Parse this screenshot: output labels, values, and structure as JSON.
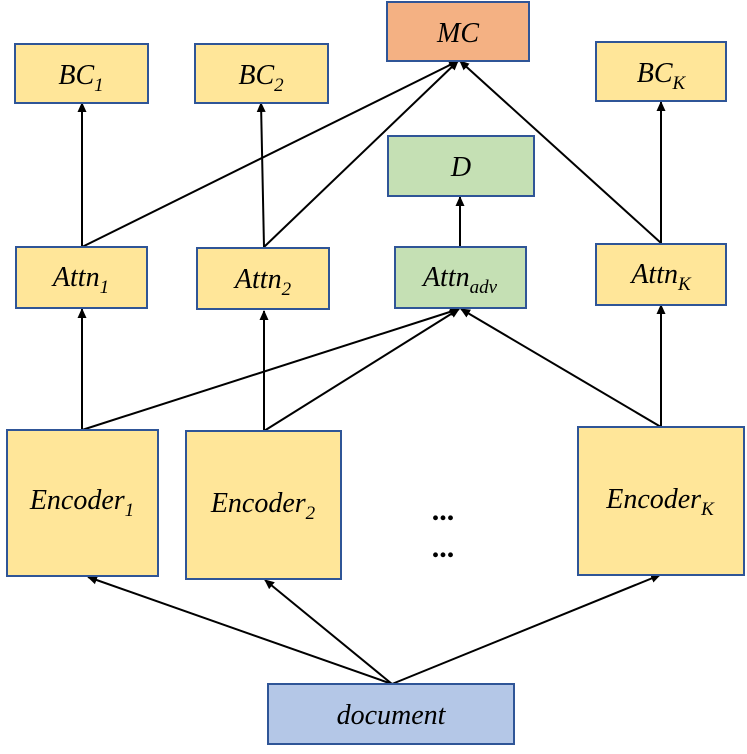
{
  "colors": {
    "yellow_fill": "#FFE699",
    "orange_fill": "#F4B183",
    "green_fill": "#C5E0B4",
    "blue_fill": "#B4C7E7",
    "border": "#2F5597",
    "arrow": "#000000"
  },
  "nodes": {
    "mc": {
      "main": "MC",
      "sub": ""
    },
    "bc1": {
      "main": "BC",
      "sub": "1"
    },
    "bc2": {
      "main": "BC",
      "sub": "2"
    },
    "bck": {
      "main": "BC",
      "sub": "K"
    },
    "d": {
      "main": "D",
      "sub": ""
    },
    "attn1": {
      "main": "Attn",
      "sub": "1"
    },
    "attn2": {
      "main": "Attn",
      "sub": "2"
    },
    "attnadv": {
      "main": "Attn",
      "sub": "adv"
    },
    "attnk": {
      "main": "Attn",
      "sub": "K"
    },
    "enc1": {
      "main": "Encoder",
      "sub": "1"
    },
    "enc2": {
      "main": "Encoder",
      "sub": "2"
    },
    "enck": {
      "main": "Encoder",
      "sub": "K"
    },
    "document": {
      "main": "document",
      "sub": ""
    }
  },
  "ellipsis": [
    "...",
    "..."
  ]
}
